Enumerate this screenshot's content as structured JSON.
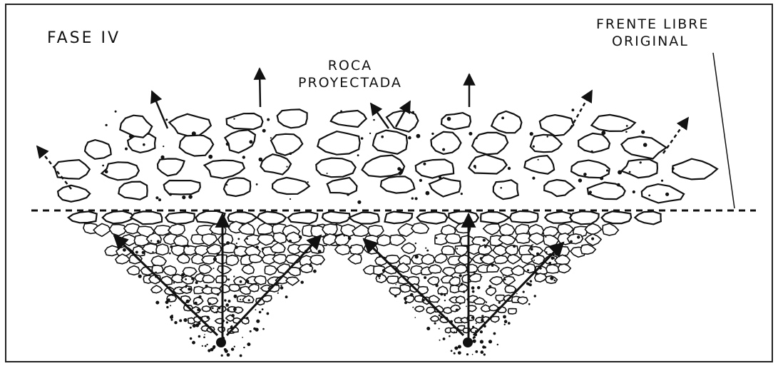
{
  "labels": {
    "phase": "FASE IV",
    "projected_rock": [
      "ROCA",
      "PROYECTADA"
    ],
    "free_face": [
      "FRENTE LIBRE",
      "ORIGINAL"
    ]
  },
  "colors": {
    "ink": "#111111",
    "paper": "#ffffff",
    "frame": "#222222"
  }
}
